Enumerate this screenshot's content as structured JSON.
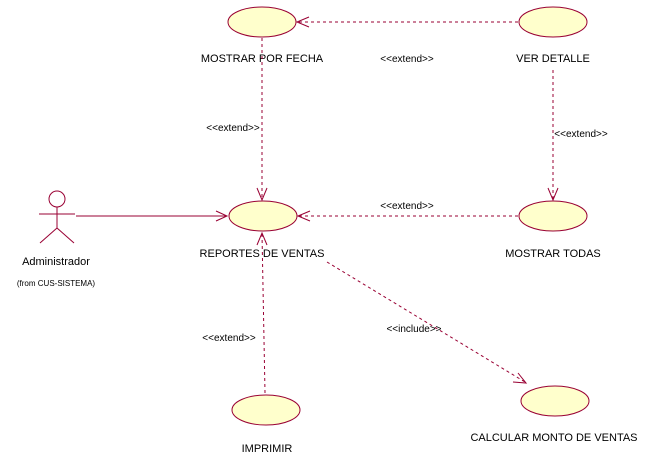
{
  "colors": {
    "line": "#990033",
    "usecase_fill": "#ffffcc",
    "text": "#000000",
    "background": "#ffffff"
  },
  "actor": {
    "name": "Administrador",
    "from": "(from CUS-SISTEMA)"
  },
  "use_cases": {
    "mostrar_por_fecha": "MOSTRAR POR FECHA",
    "ver_detalle": "VER DETALLE",
    "reportes_de_ventas": "REPORTES DE VENTAS",
    "mostrar_todas": "MOSTRAR TODAS",
    "imprimir": "IMPRIMIR",
    "calcular_monto": "CALCULAR MONTO DE VENTAS"
  },
  "relations": {
    "detalle_to_fecha": "<<extend>>",
    "fecha_to_reportes": "<<extend>>",
    "detalle_to_todas": "<<extend>>",
    "todas_to_reportes": "<<extend>>",
    "imprimir_to_reportes": "<<extend>>",
    "reportes_to_calcular": "<<include>>"
  }
}
